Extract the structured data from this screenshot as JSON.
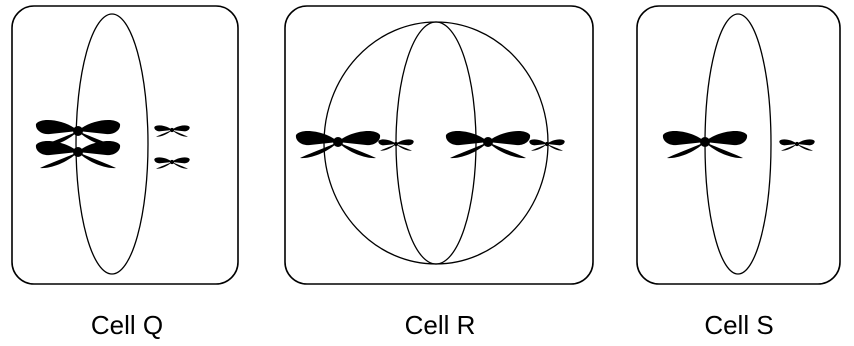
{
  "cells": [
    {
      "id": "q",
      "label": "Cell Q"
    },
    {
      "id": "r",
      "label": "Cell R"
    },
    {
      "id": "s",
      "label": "Cell S"
    }
  ]
}
